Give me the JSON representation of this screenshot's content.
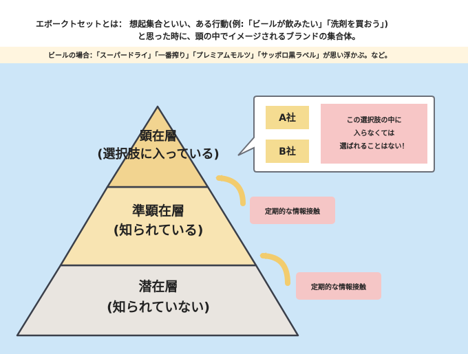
{
  "header": {
    "line1": "エボークトセットとは： 想起集合といい、ある行動(例:「ビールが飲みたい」「洗剤を買おう」)",
    "line2": "と思った時に、頭の中でイメージされるブランドの集合体。",
    "example": "ビールの場合：「スーパードライ」「一番搾り」「プレミアムモルツ」「サッポロ黒ラベル」が思い浮かぶ。など。"
  },
  "pyramid": {
    "top": {
      "title": "顕在層",
      "subtitle": "(選択肢に入っている)"
    },
    "middle": {
      "title": "準顕在層",
      "subtitle": "(知られている)"
    },
    "bottom": {
      "title": "潜在層",
      "subtitle": "(知られていない)"
    }
  },
  "callout": {
    "brand_a": "A社",
    "brand_b": "B社",
    "note_line1": "この選択肢の中に",
    "note_line2": "入らなくては",
    "note_line3": "選ばれることはない！"
  },
  "arrows": {
    "upper_label": "定期的な情報接触",
    "lower_label": "定期的な情報接触"
  },
  "colors": {
    "background": "#cde6f8",
    "top_layer": "#f2d490",
    "middle_layer": "#f8e4b2",
    "bottom_layer": "#e9e5e0",
    "brand_box": "#f5dc91",
    "note_box": "#f7c6c6",
    "arrow": "#f2cc6e"
  }
}
